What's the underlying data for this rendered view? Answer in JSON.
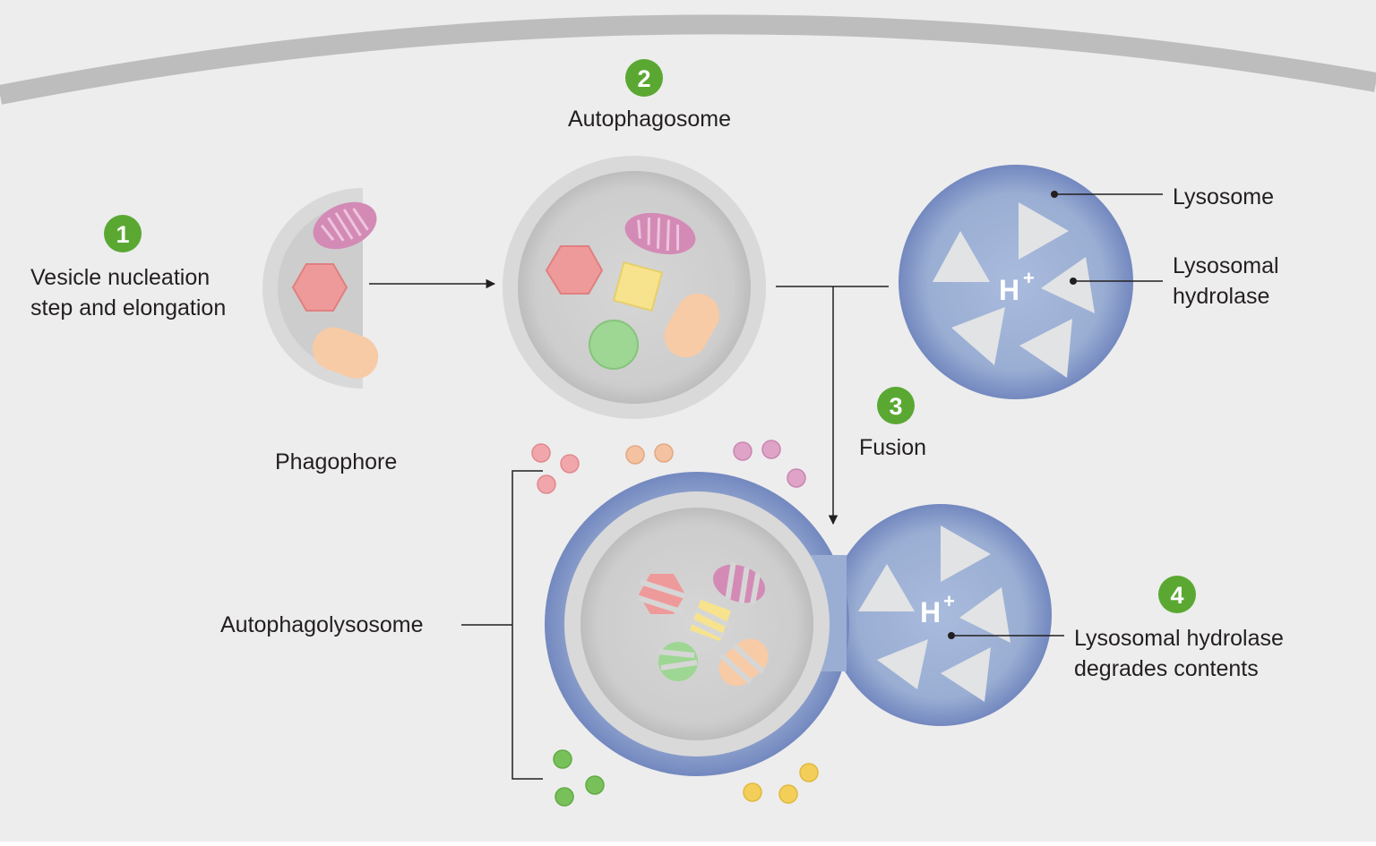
{
  "colors": {
    "background": "#ededed",
    "membrane_arc": "#bdbdbd",
    "step_badge": "#5aa832",
    "lysosome": "#9aaed3",
    "lysosome_edge": "#7388bf",
    "vesicle_outer": "#d9d9d9",
    "vesicle_inner": "#cfcfcf",
    "mitochondrion": "#d38bb6",
    "hexagon": "#ef9a9a",
    "square": "#f7e38d",
    "sphere": "#9ed693",
    "capsule": "#f7cba6",
    "line": "#231f20"
  },
  "steps": [
    {
      "number": "1",
      "label_lines": [
        "Vesicle nucleation",
        "step and elongation"
      ]
    },
    {
      "number": "2",
      "label_lines": [
        "Autophagosome"
      ]
    },
    {
      "number": "3",
      "label_lines": [
        "Fusion"
      ]
    },
    {
      "number": "4",
      "label_lines": [
        "Lysosomal hydrolase",
        "degrades contents"
      ]
    }
  ],
  "labels": {
    "phagophore": "Phagophore",
    "lysosome": "Lysosome",
    "lysosomal_hydrolase_lines": [
      "Lysosomal",
      "hydrolase"
    ],
    "autophagolysosome": "Autophagolysosome",
    "h_symbol": "H",
    "h_superscript": "+"
  }
}
